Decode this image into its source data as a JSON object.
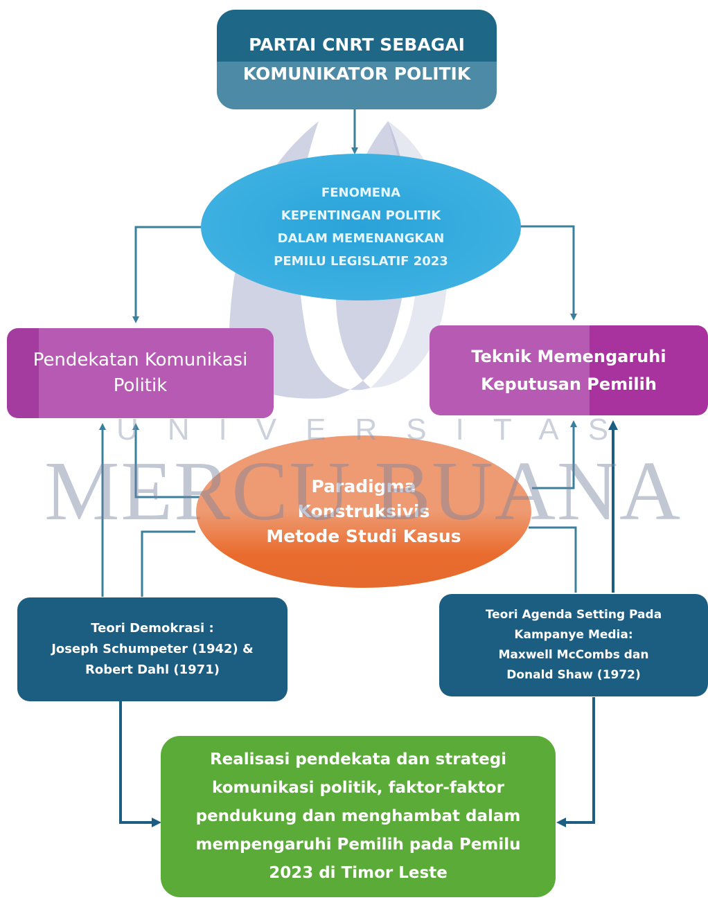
{
  "colors": {
    "connector": "#3a7f9c",
    "top_box": "#1f6787",
    "ellipse_blue": "#39aee0",
    "purple": "#b75ab3",
    "orange": "#e96c2e",
    "theory_box": "#1c5e81",
    "green": "#5bab38"
  },
  "watermark": {
    "line1": "UNIVERSITAS",
    "line2": "MERCU BUANA"
  },
  "nodes": {
    "top": {
      "lines": [
        "PARTAI CNRT SEBAGAI",
        "KOMUNIKATOR POLITIK"
      ]
    },
    "fenomena": {
      "lines": [
        "FENOMENA",
        "KEPENTINGAN POLITIK",
        "DALAM MEMENANGKAN",
        "PEMILU LEGISLATIF 2023"
      ]
    },
    "pendekatan": {
      "lines": [
        "Pendekatan Komunikasi",
        "Politik"
      ]
    },
    "teknik": {
      "lines": [
        "Teknik Memengaruhi",
        "Keputusan Pemilih"
      ]
    },
    "paradigma": {
      "lines": [
        "Paradigma",
        "Konstruksivis",
        "Metode Studi Kasus"
      ]
    },
    "demokrasi": {
      "lines": [
        "Teori Demokrasi :",
        "Joseph Schumpeter (1942) &",
        "Robert Dahl (1971)"
      ]
    },
    "agenda": {
      "lines": [
        "Teori Agenda Setting Pada",
        "Kampanye Media:",
        "Maxwell McCombs dan",
        "Donald Shaw (1972)"
      ]
    },
    "realisasi": {
      "lines": [
        "Realisasi pendekata dan strategi",
        "komunikasi politik, faktor-faktor",
        "pendukung dan menghambat dalam",
        "mempengaruhi Pemilih pada Pemilu",
        "2023 di Timor Leste"
      ]
    }
  }
}
